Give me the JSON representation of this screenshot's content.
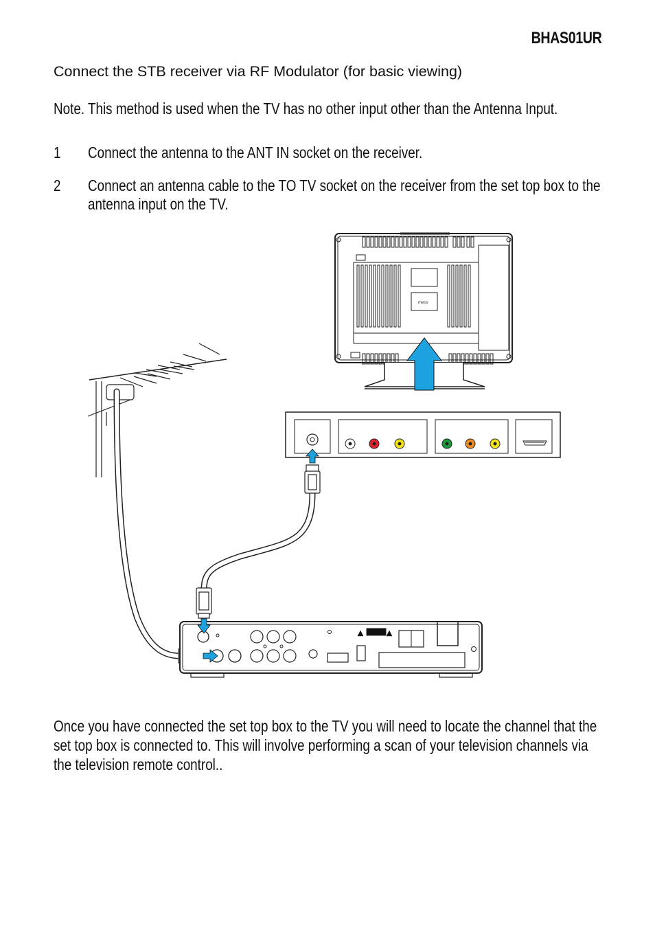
{
  "header": {
    "model": "BHAS01UR"
  },
  "section": {
    "heading": "Connect the STB receiver via RF Modulator (for basic viewing)",
    "note": "Note. This method is used when the TV has no other input other than the Antenna Input."
  },
  "steps": [
    {
      "number": "1",
      "text": "Connect the antenna to the ANT IN socket on the receiver."
    },
    {
      "number": "2",
      "text": "Connect an antenna cable to the TO TV socket on the receiver from the set top box to the antenna input on the TV."
    }
  ],
  "diagram": {
    "tv_label": "meos"
  },
  "closing": "Once you have connected the set top box to the TV you will need to locate the channel that the set top box is connected to. This will involve performing a scan of your television channels via the television remote control..",
  "colors": {
    "arrow_blue": "#1da4e0",
    "red_socket": "#e0202a",
    "yellow_socket": "#f3e21c",
    "green_socket": "#1a9a3a",
    "orange_socket": "#f08a24"
  }
}
